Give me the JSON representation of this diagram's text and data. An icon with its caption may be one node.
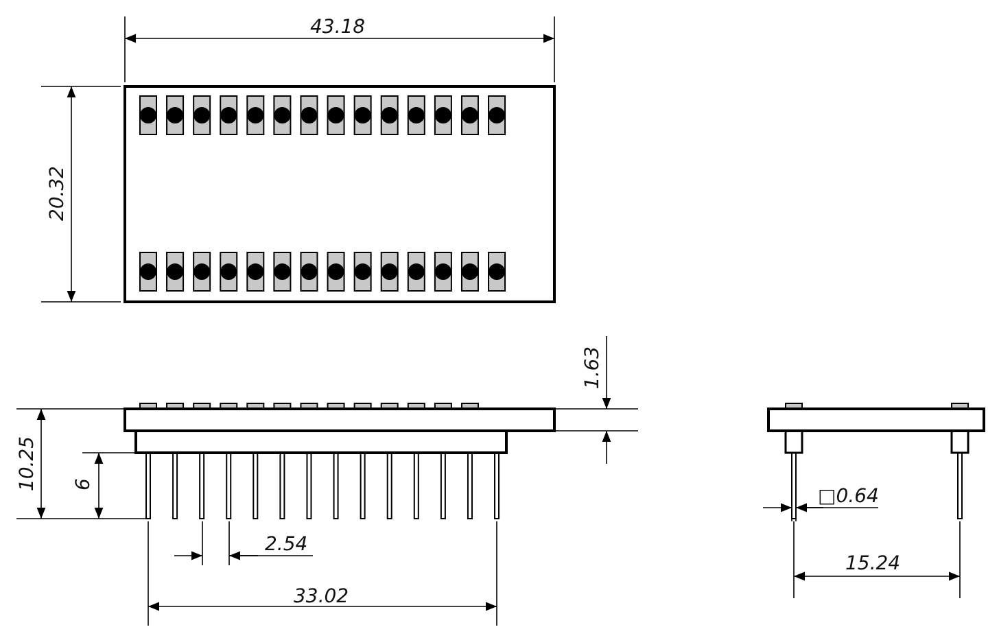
{
  "diagram": {
    "labels": [
      "43.18",
      "20.32",
      "1.63",
      "10.25",
      "6",
      "□0.64",
      "2.54",
      "15.24",
      "33.02"
    ]
  }
}
